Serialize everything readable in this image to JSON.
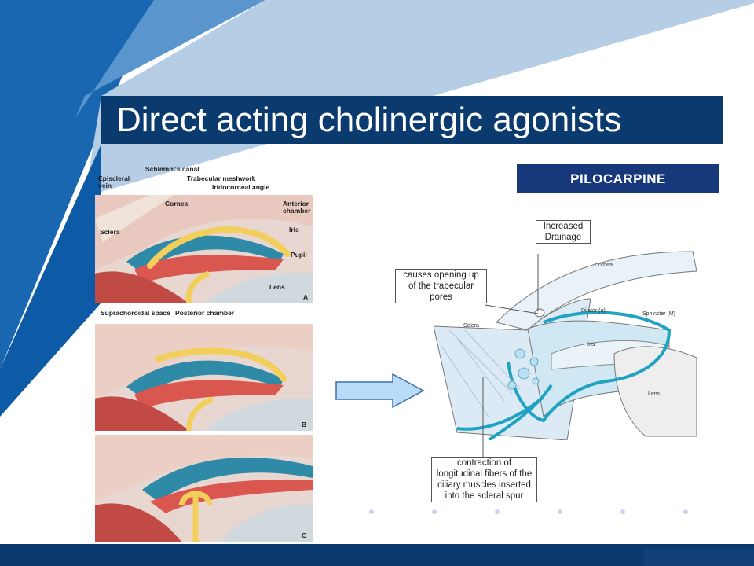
{
  "slide": {
    "title": "Direct acting cholinergic agonists",
    "badge": "PILOCARPINE"
  },
  "anatomy_labels": {
    "schlemms_canal": "Schlemm's canal",
    "trabecular_meshwork": "Trabecular meshwork",
    "episcleral_vein": "Episcleral\nvein",
    "iridocorneal_angle": "Iridocorneal angle",
    "cornea": "Cornea",
    "anterior_chamber": "Anterior\nchamber",
    "sclera": "Sclera",
    "iris": "Iris",
    "pupil": "Pupil",
    "lens": "Lens",
    "suprachoroidal_space": "Suprachoroidal space",
    "posterior_chamber": "Posterior chamber",
    "panel_a": "A",
    "panel_b": "B",
    "panel_c": "C"
  },
  "diagram_labels": {
    "increased_drainage": "Increased\nDrainage",
    "opening_pores": "causes opening up\nof the trabecular\npores",
    "contraction": "contraction of\nlongitudinal fibers of the\nciliary muscles inserted\ninto the scleral spur",
    "cornea": "Cornea",
    "sclera": "Sclera",
    "dilator": "Dilator (α)",
    "sphincter": "Sphincter (M)",
    "iris": "Iris",
    "lens": "Lens"
  },
  "colors": {
    "title_bar": "#0b3a6e",
    "badge_bg": "#17397c",
    "arrow_fill": "#b7dcf7",
    "uveal_blue": "#20a2c2"
  }
}
